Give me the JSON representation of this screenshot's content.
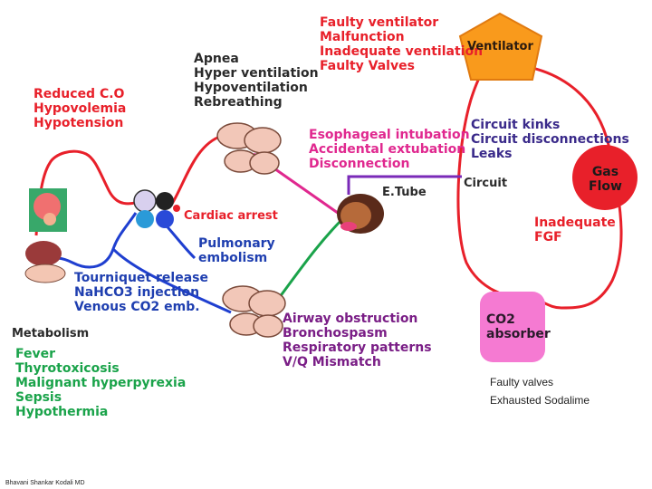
{
  "ventilator_causes": [
    "Faulty ventilator",
    "Malfunction",
    "Inadequate ventilation",
    "Faulty Valves"
  ],
  "ventilator_label": "Ventilator",
  "breathing_causes": [
    "Apnea",
    "Hyper ventilation",
    "Hypoventilation",
    "Rebreathing"
  ],
  "cardiac_causes": [
    "Reduced C.O",
    "Hypovolemia",
    "Hypotension"
  ],
  "intubation_causes": [
    "Esophageal intubation",
    "Accidental extubation",
    "Disconnection"
  ],
  "circuit_causes": [
    "Circuit kinks",
    "Circuit disconnections",
    "Leaks"
  ],
  "gas_flow_label": [
    "Gas",
    "Flow"
  ],
  "etube_label": "E.Tube",
  "circuit_label": "Circuit",
  "fgf_causes": [
    "Inadequate",
    "FGF"
  ],
  "cardiac_arrest_label": "Cardiac arrest",
  "pulmonary_embolism_label": [
    "Pulmonary",
    "embolism"
  ],
  "venous_causes": [
    "Tourniquet release",
    "NaHCO3 injection",
    "Venous CO2 emb."
  ],
  "airway_causes": [
    "Airway obstruction",
    "Bronchospasm",
    "Respiratory patterns",
    "V/Q Mismatch"
  ],
  "co2_absorber_label": [
    "CO2",
    "absorber"
  ],
  "metabolism_title": "Metabolism",
  "metabolism_causes": [
    "Fever",
    "Thyrotoxicosis",
    "Malignant hyperpyrexia",
    "Sepsis",
    "Hypothermia"
  ],
  "absorber_notes": [
    "Faulty valves",
    "Exhausted Sodalime"
  ],
  "footer_credit": "Bhavani Shankar Kodali MD",
  "colors": {
    "red": "#e8202a",
    "orange": "#f99a1c",
    "magenta": "#e0288f",
    "blue": "#1f3fd0",
    "green": "#1aa34a",
    "purple": "#7a2ab8",
    "pink_box": "#f57ad2"
  }
}
